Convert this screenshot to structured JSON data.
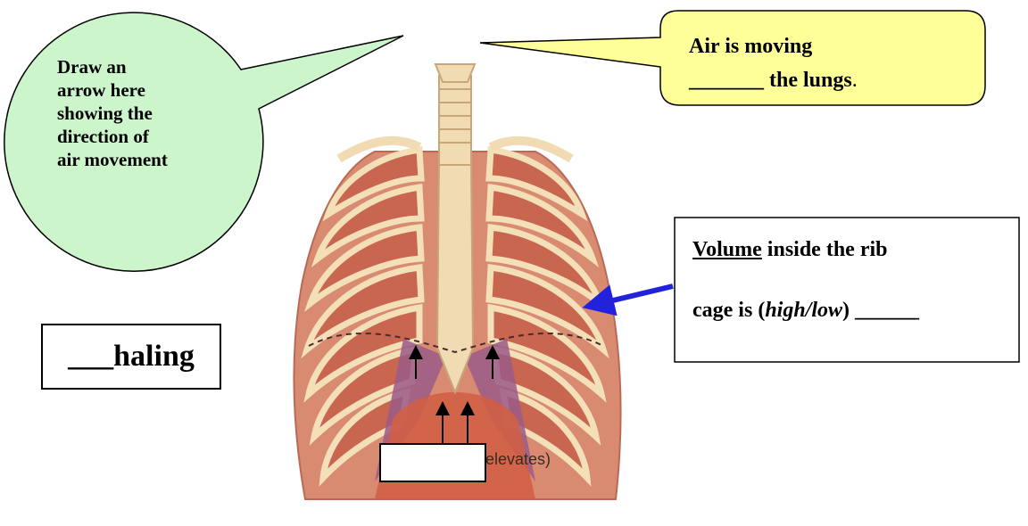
{
  "callouts": {
    "green": {
      "text": "Draw an arrow here showing the direction of air movement",
      "lines": [
        "Draw an",
        "arrow here",
        "showing the",
        "direction of",
        "air movement"
      ],
      "color": "#ccf5cc"
    },
    "yellow": {
      "line1": "Air is moving",
      "blank": "_______",
      "line2_rest": " the lungs",
      "period": ".",
      "color": "#ffff99"
    }
  },
  "volume_box": {
    "underlined": "Volume",
    "rest1": " inside the rib",
    "line2_start": "cage is (",
    "italic": "high/low",
    "line2_end": ") ______"
  },
  "haling_box": {
    "label": "___haling"
  },
  "figure": {
    "elevates_label": "elevates)",
    "arrow_color": "#2222dd"
  }
}
